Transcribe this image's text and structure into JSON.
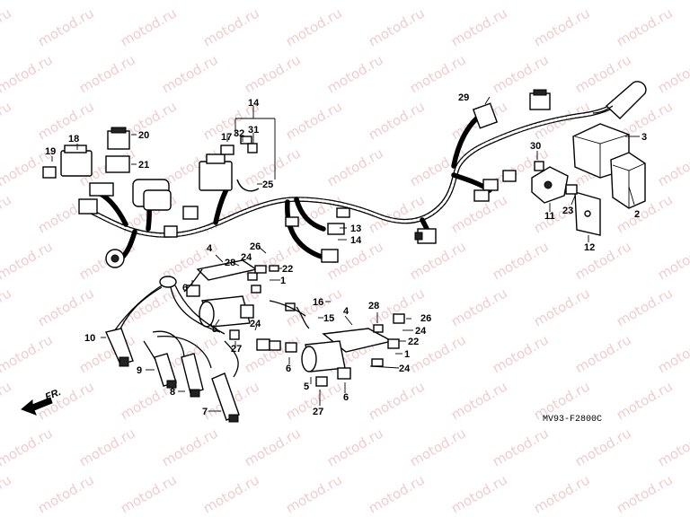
{
  "watermark": {
    "text": "motod.ru",
    "color": "#e6a4a4"
  },
  "diagram": {
    "code_label": "MV93-F2800C",
    "front_arrow_label": "FR.",
    "callouts": [
      "1",
      "2",
      "3",
      "4",
      "5",
      "6",
      "7",
      "8",
      "9",
      "10",
      "11",
      "12",
      "13",
      "14",
      "15",
      "16",
      "17",
      "18",
      "19",
      "20",
      "21",
      "22",
      "23",
      "24",
      "25",
      "26",
      "27",
      "28",
      "29",
      "30",
      "31",
      "32"
    ],
    "labels": {
      "n1a": "1",
      "n1b": "1",
      "n2": "2",
      "n3": "3",
      "n4a": "4",
      "n4b": "4",
      "n5a": "5",
      "n5b": "5",
      "n6a": "6",
      "n6b": "6",
      "n6c": "6",
      "n7": "7",
      "n8": "8",
      "n9": "9",
      "n10": "10",
      "n11": "11",
      "n12": "12",
      "n13": "13",
      "n14a": "14",
      "n14b": "14",
      "n15": "15",
      "n16": "16",
      "n17": "17",
      "n18": "18",
      "n19": "19",
      "n20": "20",
      "n21": "21",
      "n22a": "22",
      "n22b": "22",
      "n23": "23",
      "n24a": "24",
      "n24b": "24",
      "n24c": "24",
      "n24d": "24",
      "n25": "25",
      "n26a": "26",
      "n26b": "26",
      "n27a": "27",
      "n27b": "27",
      "n28a": "28",
      "n28b": "28",
      "n29": "29",
      "n30": "30",
      "n31": "31",
      "n32": "32"
    }
  }
}
